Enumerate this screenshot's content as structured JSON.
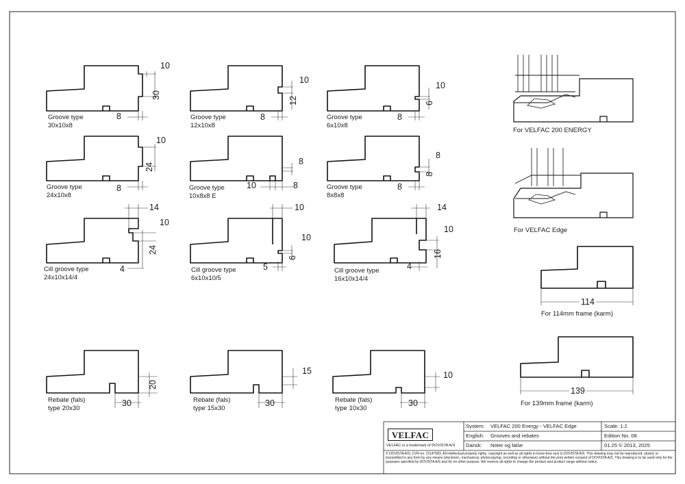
{
  "profiles": [
    {
      "caption": [
        "Groove type",
        "30x10x8"
      ],
      "dims": [
        "10",
        "30",
        "8"
      ]
    },
    {
      "caption": [
        "Groove type",
        "12x10x8"
      ],
      "dims": [
        "10",
        "12",
        "8"
      ]
    },
    {
      "caption": [
        "Groove type",
        "6x10x8"
      ],
      "dims": [
        "10",
        "6",
        "8"
      ]
    },
    {
      "caption": [
        "Groove type",
        "24x10x8"
      ],
      "dims": [
        "10",
        "24",
        "8"
      ]
    },
    {
      "caption": [
        "Groove type",
        "10x8x8 E"
      ],
      "dims": [
        "8",
        "10",
        "8"
      ]
    },
    {
      "caption": [
        "Groove type",
        "8x8x8"
      ],
      "dims": [
        "8",
        "8",
        "8"
      ]
    },
    {
      "caption": [
        "Cill groove type",
        "24x10x14/4"
      ],
      "dims": [
        "14",
        "10",
        "24",
        "4"
      ]
    },
    {
      "caption": [
        "Cill groove type",
        "6x10x10/5"
      ],
      "dims": [
        "10",
        "10",
        "6",
        "5"
      ]
    },
    {
      "caption": [
        "Cill groove type",
        "16x10x14/4"
      ],
      "dims": [
        "14",
        "10",
        "16",
        "4"
      ]
    },
    {
      "caption": [
        "Rebate (fals)",
        "type 20x30"
      ],
      "dims": [
        "20",
        "30"
      ]
    },
    {
      "caption": [
        "Rebate (fals)",
        "type 15x30"
      ],
      "dims": [
        "15",
        "30"
      ]
    },
    {
      "caption": [
        "Rebate (fals)",
        "type 10x30"
      ],
      "dims": [
        "10",
        "30"
      ]
    }
  ],
  "frames": [
    {
      "caption": "For VELFAC 200 ENERGY"
    },
    {
      "caption": "For VELFAC Edge"
    },
    {
      "caption": "For 114mm frame (karm)",
      "dim": "114"
    },
    {
      "caption": "For 139mm frame (karm)",
      "dim": "139"
    }
  ],
  "title_block": {
    "logo": "VELFAC",
    "trademark": "VELFAC is a trademark of DOVISTA A/S",
    "system_label": "System:",
    "system_value": "VELFAC 200 Energy - VELFAC Edge",
    "english_label": "English:",
    "english_value": "Grooves and rebates",
    "dansk_label": "Dansk:",
    "dansk_value": "Noter og false",
    "scale": "Scale: 1:2",
    "edition": "Edition No. 08",
    "date": "01.25 © 2013, 2025",
    "copyright": "© DOVISTA A/S, CVR-no. 21147583. All intellectual property rights, copyright as well as all rights in know-how vest in DOVISTA A/S. This drawing may not be reproduced, stored, or transmitted in any form by any means (electronic, mechanical, photocopying, recording or otherwise) without the prior written consent of DOVISTA A/S. This drawing is to be used only for the purposes specified by DOVISTA A/S and for no other purpose. We reserve all rights to change the product and product range without notice."
  }
}
